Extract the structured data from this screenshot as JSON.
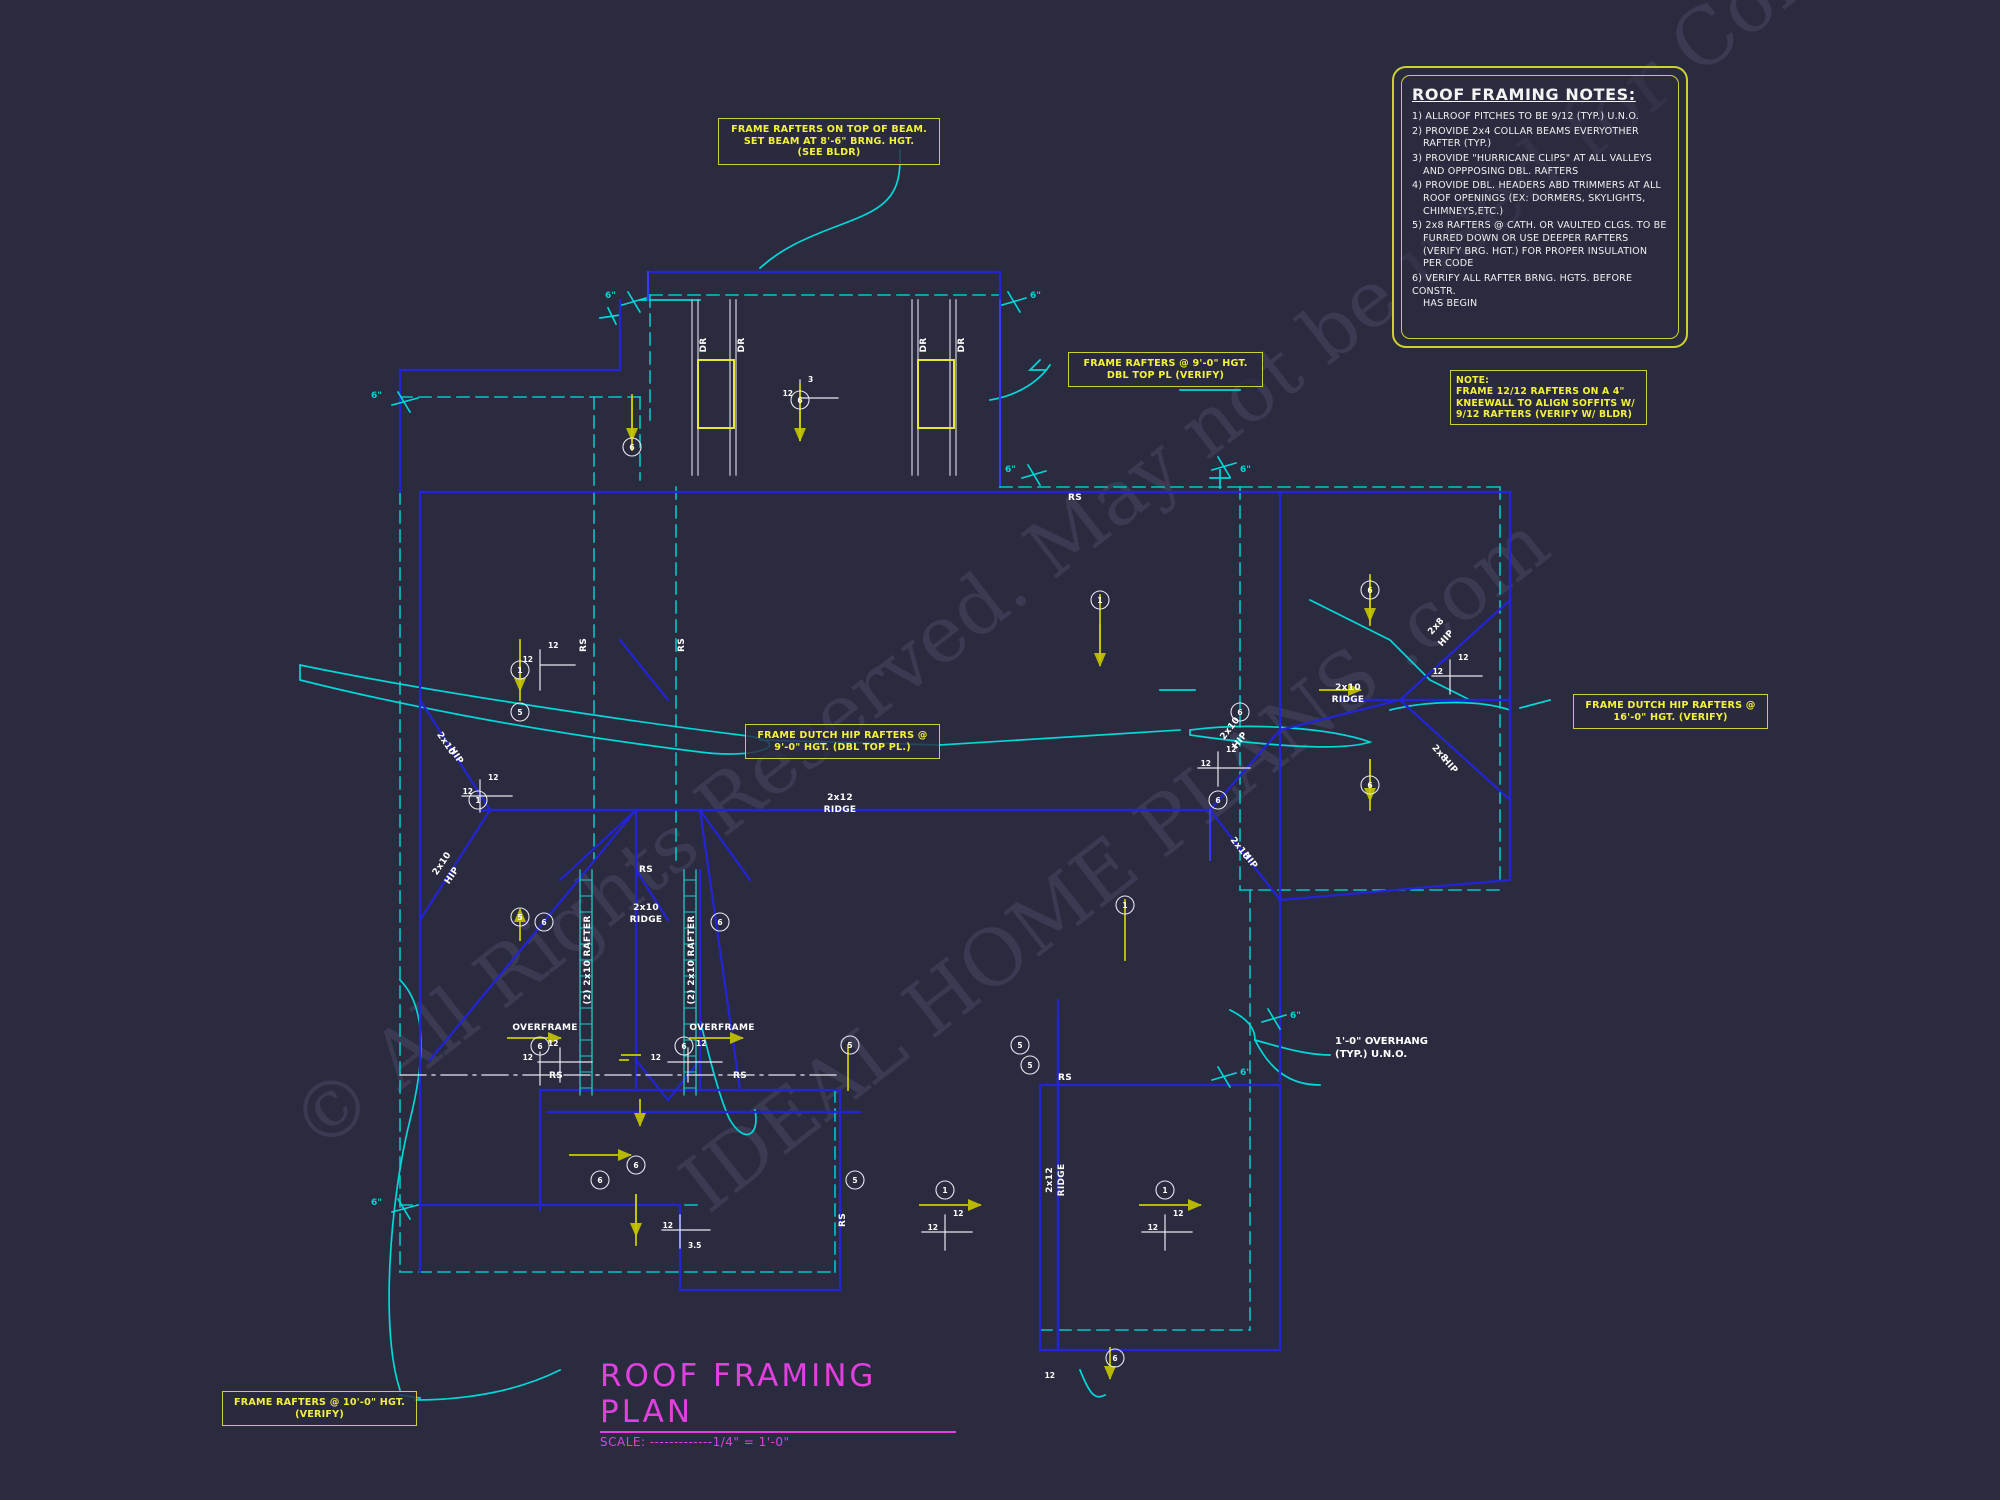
{
  "sheet": {
    "background": "#2b2b40",
    "watermark_line1": "© All Rights Reserved. May not be used for Construction",
    "watermark_line2": "IDEAL HOME PLANS .com"
  },
  "title_block": {
    "title": "ROOF FRAMING PLAN",
    "scale": "SCALE: -------------1/4\" = 1'-0\""
  },
  "notes_panel": {
    "heading": "ROOF FRAMING NOTES:",
    "items": [
      {
        "num": "1)",
        "line1": "ALLROOF PITCHES TO BE  9/12 (TYP.) U.N.O."
      },
      {
        "num": "2)",
        "line1": "PROVIDE 2x4 COLLAR BEAMS EVERYOTHER",
        "line2": "RAFTER (TYP.)"
      },
      {
        "num": "3)",
        "line1": "PROVIDE \"HURRICANE CLIPS\" AT ALL VALLEYS",
        "line2": "AND OPPPOSING DBL. RAFTERS"
      },
      {
        "num": "4)",
        "line1": "PROVIDE DBL. HEADERS ABD TRIMMERS AT ALL",
        "line2": "ROOF OPENINGS (EX: DORMERS, SKYLIGHTS,",
        "line3": "CHIMNEYS,ETC.)"
      },
      {
        "num": "5)",
        "line1": "2x8 RAFTERS @ CATH. OR VAULTED CLGS. TO BE",
        "line2": "FURRED DOWN OR USE DEEPER RAFTERS",
        "line3": "(VERIFY BRG. HGT.) FOR PROPER INSULATION",
        "line4": "PER CODE"
      },
      {
        "num": "6)",
        "line1": "VERIFY ALL RAFTER BRNG. HGTS. BEFORE CONSTR.",
        "line2": "HAS BEGIN"
      }
    ]
  },
  "callouts": {
    "beam_note": {
      "l1": "FRAME RAFTERS ON TOP OF BEAM.",
      "l2": "SET BEAM AT 8'-6\" BRNG. HGT.",
      "l3": "(SEE BLDR)"
    },
    "rafters_9ft": {
      "l1": "FRAME RAFTERS @ 9'-0\" HGT.",
      "l2": "DBL TOP PL (VERIFY)"
    },
    "kneewall_note": {
      "l1": "NOTE:",
      "l2": "FRAME 12/12 RAFTERS ON A 4\"",
      "l3": "KNEEWALL TO ALIGN SOFFITS W/",
      "l4": "9/12 RAFTERS (VERIFY W/ BLDR)"
    },
    "dutch_hip_9ft": {
      "l1": "FRAME DUTCH HIP RAFTERS @",
      "l2": "9'-0\" HGT. (DBL TOP PL.)"
    },
    "dutch_hip_16ft": {
      "l1": "FRAME DUTCH HIP RAFTERS @",
      "l2": "16'-0\" HGT. (VERIFY)"
    },
    "rafters_10ft": {
      "l1": "FRAME RAFTERS @ 10'-0\" HGT.",
      "l2": "(VERIFY)"
    },
    "overhang": {
      "l1": "1'-0\" OVERHANG",
      "l2": "(TYP.) U.N.O."
    }
  },
  "plan_labels": {
    "ridge_2x12_main": "2x12\nRIDGE",
    "ridge_2x10_center": "2x10\nRIDGE",
    "ridge_2x10_right": "2x10\nRIDGE",
    "ridge_2x12_lower": "2x12\nRIDGE",
    "rafter_double": "(2) 2x10 RAFTER",
    "overframe": "OVERFRAME",
    "hip_2x10": "2x10 HIP",
    "hip_2x8": "2x8 HIP",
    "dormer_rafter": "DR",
    "ridge_strap": "RS",
    "pitch_12_12": "12",
    "pitch_3_12_rise": "3",
    "pitch_3_12_run": "12",
    "pitch_3p5": "3.5",
    "dim_6in": "6\"",
    "bubble_1": "1",
    "bubble_5": "5",
    "bubble_6": "6"
  },
  "colors": {
    "background": "#2b2b40",
    "note_yellow": "#f2f23a",
    "note_border": "#cfcf33",
    "cyan": "#00d8d8",
    "blue": "#2020d8",
    "blue_bright": "#3b3bff",
    "white": "#ffffff",
    "magenta": "#e040e0",
    "yellow_line": "#b8b800"
  }
}
